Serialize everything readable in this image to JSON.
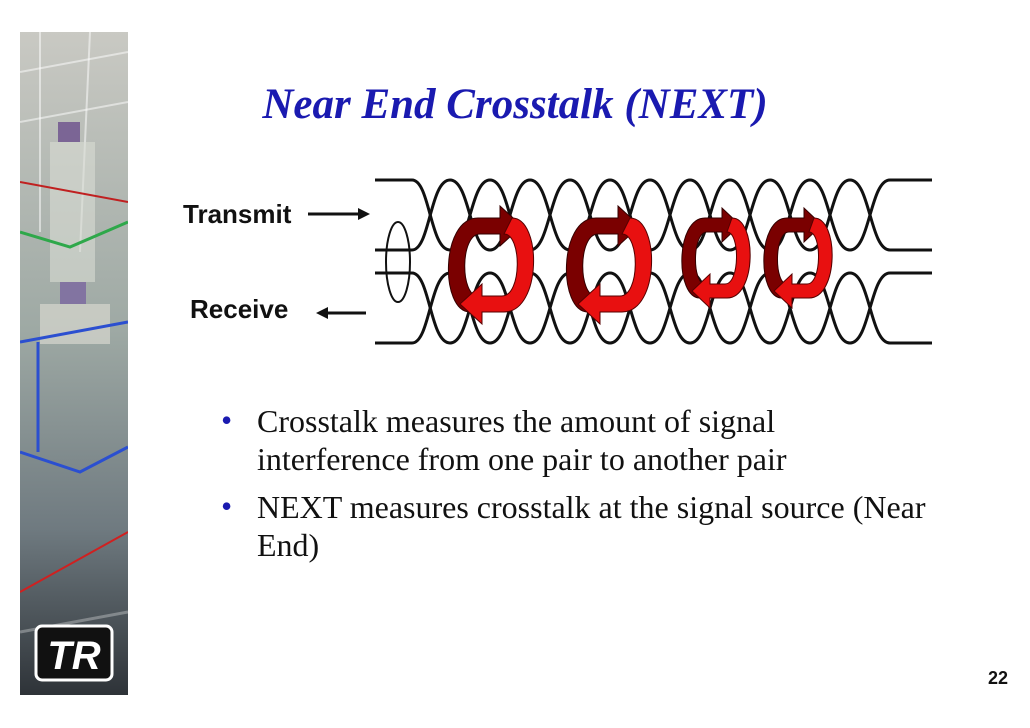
{
  "slide": {
    "title": "Near End Crosstalk (NEXT)",
    "page_number": "22"
  },
  "diagram": {
    "transmit_label": "Transmit",
    "receive_label": "Receive"
  },
  "bullets": [
    "Crosstalk measures the amount of signal interference from one pair to another pair",
    "NEXT measures crosstalk at the signal source (Near End)"
  ],
  "logo": {
    "text": "TR"
  },
  "colors": {
    "title": "#1a1ab0",
    "bullet": "#1a1ab0",
    "arrow_light": "#e81010",
    "arrow_dark": "#7a0000"
  }
}
